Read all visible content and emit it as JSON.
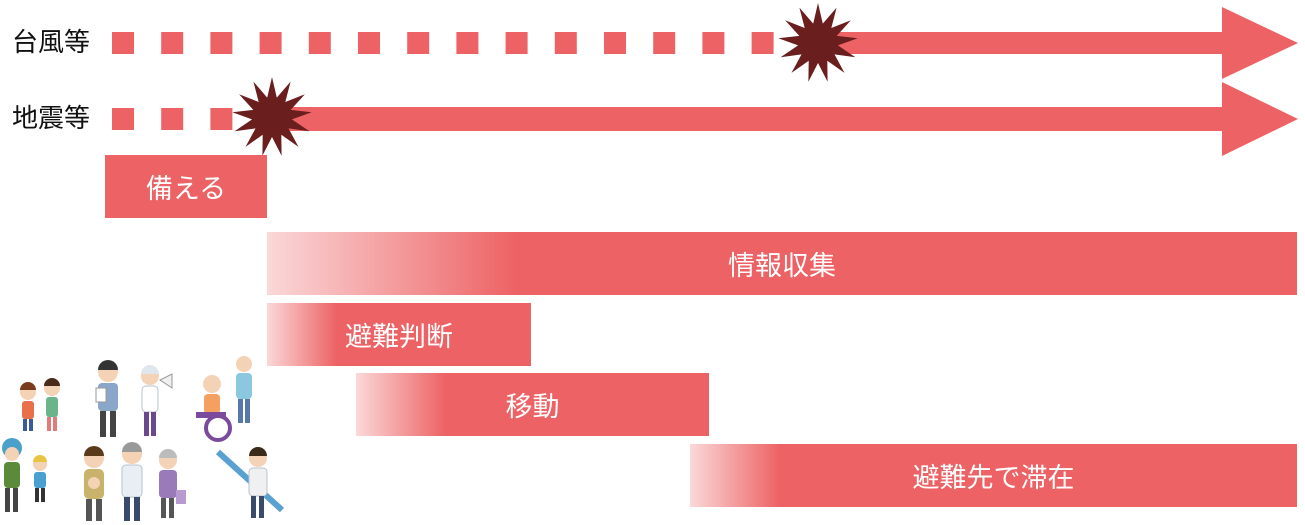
{
  "rows": {
    "typhoon": {
      "label": "台風等"
    },
    "earthquake": {
      "label": "地震等"
    }
  },
  "phases": {
    "prepare": "備える",
    "info": "情報収集",
    "decide": "避難判断",
    "move": "移動",
    "stay": "避難先で滞在"
  },
  "colors": {
    "accent": "#ed6264",
    "burst": "#6b1e1e"
  },
  "illustration": "evacuees-group"
}
